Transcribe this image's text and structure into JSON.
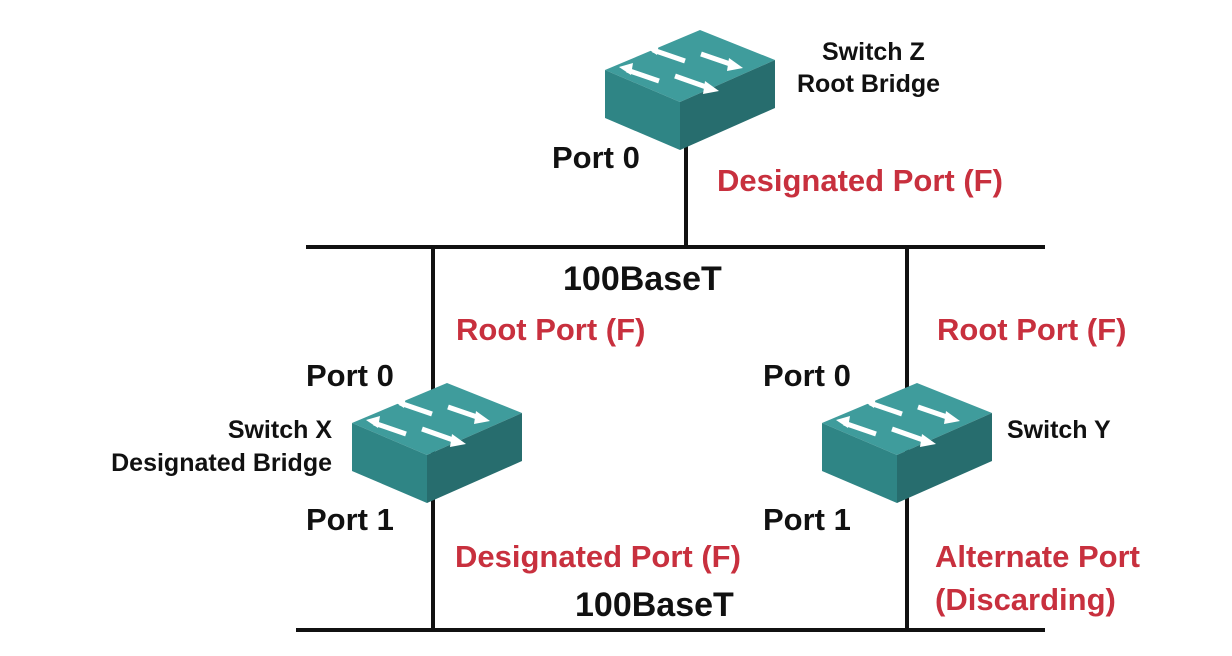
{
  "diagram": {
    "title": "Spanning Tree Port Roles",
    "colors": {
      "role_text": "#c8303e",
      "switch_top": "#3f9c9c",
      "switch_front": "#2f8585",
      "switch_side": "#276d6e",
      "line": "#111111"
    },
    "segments": [
      {
        "id": "upper",
        "label": "100BaseT"
      },
      {
        "id": "lower",
        "label": "100BaseT"
      }
    ],
    "switches": [
      {
        "id": "Z",
        "name": "Switch Z",
        "role": "Root Bridge",
        "icon": "switch-icon",
        "ports": [
          {
            "label": "Port 0",
            "state": "Designated Port (F)"
          }
        ]
      },
      {
        "id": "X",
        "name": "Switch X",
        "role": "Designated Bridge",
        "icon": "switch-icon",
        "ports": [
          {
            "label": "Port 0",
            "state": "Root Port (F)"
          },
          {
            "label": "Port 1",
            "state": "Designated Port (F)"
          }
        ]
      },
      {
        "id": "Y",
        "name": "Switch Y",
        "role": "",
        "icon": "switch-icon",
        "ports": [
          {
            "label": "Port 0",
            "state": "Root Port (F)"
          },
          {
            "label": "Port 1",
            "state_line1": "Alternate Port",
            "state_line2": "(Discarding)"
          }
        ]
      }
    ]
  }
}
